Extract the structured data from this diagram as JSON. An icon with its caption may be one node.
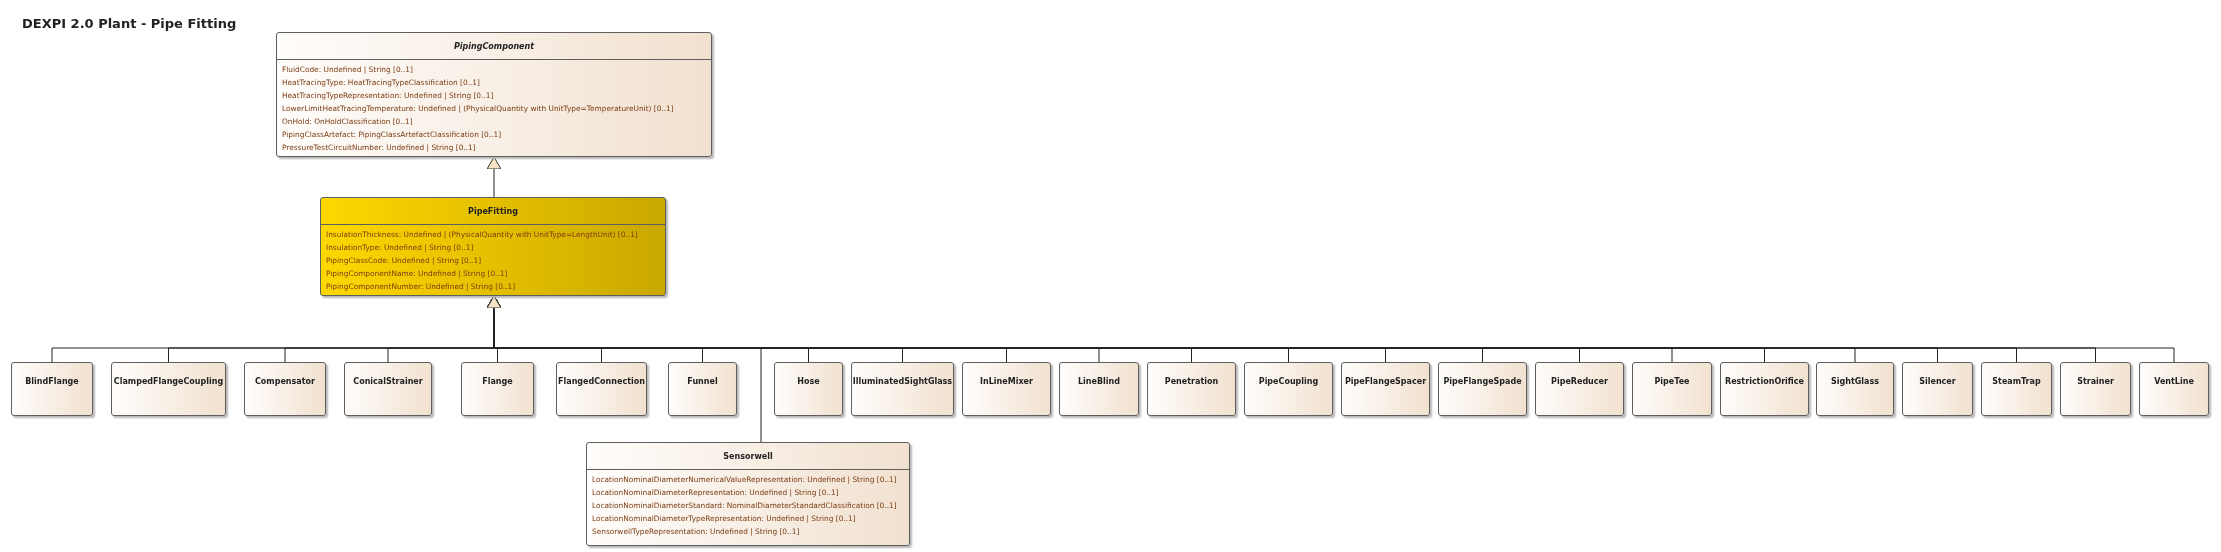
{
  "diagram": {
    "title": "DEXPI 2.0 Plant - Pipe Fitting",
    "nodes": [
      {
        "text": [
          "PipingComponent",
          "FluidCode: Undefined | String [0..1]",
          "HeatTracingType: HeatTracingTypeClassification [0..1]",
          "HeatTracingTypeRepresentation: Undefined | String [0..1]",
          "LowerLimitHeatTracingTemperature: Undefined | (PhysicalQuantity with UnitType=TemperatureUnit) [0..1]",
          "OnHold: OnHoldClassification [0..1]",
          "PipingClassArtefact: PipingClassArtefactClassification [0..1]",
          "PressureTestCircuitNumber: Undefined | String [0..1]"
        ]
      },
      {
        "text": [
          "PipeFitting",
          "InsulationThickness: Undefined | (PhysicalQuantity with UnitType=LengthUnit) [0..1]",
          "InsulationType: Undefined | String [0..1]",
          "PipingClassCode: Undefined | String [0..1]",
          "PipingComponentName: Undefined | String [0..1]",
          "PipingComponentNumber: Undefined | String [0..1]"
        ]
      },
      {
        "text": [
          "BlindFlange"
        ]
      },
      {
        "text": [
          "ClampedFlangeCoupling"
        ]
      },
      {
        "text": [
          "Compensator"
        ]
      },
      {
        "text": [
          "ConicalStrainer"
        ]
      },
      {
        "text": [
          "Flange"
        ]
      },
      {
        "text": [
          "FlangedConnection"
        ]
      },
      {
        "text": [
          "Funnel"
        ]
      },
      {
        "text": [
          "Hose"
        ]
      },
      {
        "text": [
          "IlluminatedSightGlass"
        ]
      },
      {
        "text": [
          "InLineMixer"
        ]
      },
      {
        "text": [
          "LineBlind"
        ]
      },
      {
        "text": [
          "Penetration"
        ]
      },
      {
        "text": [
          "PipeCoupling"
        ]
      },
      {
        "text": [
          "PipeFlangeSpacer"
        ]
      },
      {
        "text": [
          "PipeFlangeSpade"
        ]
      },
      {
        "text": [
          "PipeReducer"
        ]
      },
      {
        "text": [
          "PipeTee"
        ]
      },
      {
        "text": [
          "RestrictionOrifice"
        ]
      },
      {
        "text": [
          "SightGlass"
        ]
      },
      {
        "text": [
          "Silencer"
        ]
      },
      {
        "text": [
          "SteamTrap"
        ]
      },
      {
        "text": [
          "Strainer"
        ]
      },
      {
        "text": [
          "VentLine"
        ]
      },
      {
        "text": [
          "Sensorwell",
          "LocationNominalDiameterNumericalValueRepresentation: Undefined | String [0..1]",
          "LocationNominalDiameterRepresentation: Undefined | String [0..1]",
          "LocationNominalDiameterStandard: NominalDiameterStandardClassification [0..1]",
          "LocationNominalDiameterTypeRepresentation: Undefined | String [0..1]",
          "SensorwellTypeRepresentation: Undefined | String [0..1]"
        ]
      }
    ],
    "edges": [
      {
        "from": 1,
        "to": 0,
        "arrow": "to"
      },
      {
        "from": 2,
        "to": 1,
        "arrow": "to"
      },
      {
        "from": 3,
        "to": 1,
        "arrow": "to"
      },
      {
        "from": 4,
        "to": 1,
        "arrow": "to"
      },
      {
        "from": 5,
        "to": 1,
        "arrow": "to"
      },
      {
        "from": 6,
        "to": 1,
        "arrow": "to"
      },
      {
        "from": 7,
        "to": 1,
        "arrow": "to"
      },
      {
        "from": 8,
        "to": 1,
        "arrow": "to"
      },
      {
        "from": 9,
        "to": 1,
        "arrow": "to"
      },
      {
        "from": 10,
        "to": 1,
        "arrow": "to"
      },
      {
        "from": 11,
        "to": 1,
        "arrow": "to"
      },
      {
        "from": 12,
        "to": 1,
        "arrow": "to"
      },
      {
        "from": 13,
        "to": 1,
        "arrow": "to"
      },
      {
        "from": 14,
        "to": 1,
        "arrow": "to"
      },
      {
        "from": 15,
        "to": 1,
        "arrow": "to"
      },
      {
        "from": 16,
        "to": 1,
        "arrow": "to"
      },
      {
        "from": 17,
        "to": 1,
        "arrow": "to"
      },
      {
        "from": 18,
        "to": 1,
        "arrow": "to"
      },
      {
        "from": 19,
        "to": 1,
        "arrow": "to"
      },
      {
        "from": 20,
        "to": 1,
        "arrow": "to"
      },
      {
        "from": 21,
        "to": 1,
        "arrow": "to"
      },
      {
        "from": 22,
        "to": 1,
        "arrow": "to"
      },
      {
        "from": 23,
        "to": 1,
        "arrow": "to"
      },
      {
        "from": 24,
        "to": 1,
        "arrow": "to"
      },
      {
        "from": 25,
        "to": 1,
        "arrow": "to"
      }
    ]
  }
}
